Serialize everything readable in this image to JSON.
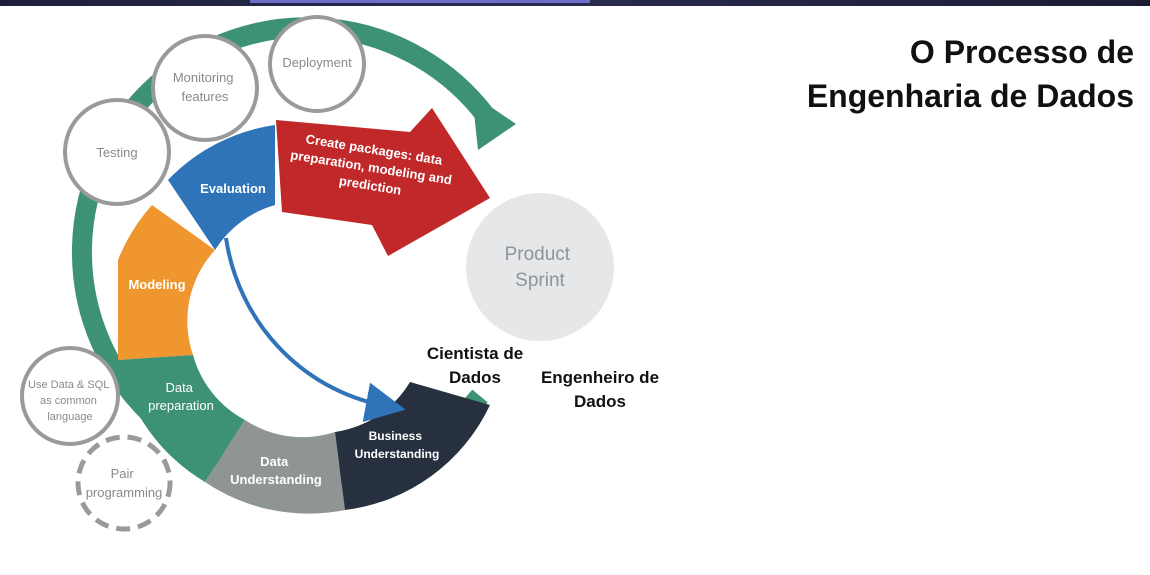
{
  "title": {
    "line1": "O Processo de",
    "line2": "Engenharia de Dados"
  },
  "colors": {
    "green_ring": "#3d9276",
    "evaluation": "#2f73b8",
    "modeling": "#f0962f",
    "data_preparation": "#3d9276",
    "data_understanding": "#8f9494",
    "business_understanding": "#26303f",
    "create_packages": "#c0282a",
    "product_sprint": "#e6e7e8",
    "circle_border": "#9a9a9a"
  },
  "segments": {
    "evaluation": "Evaluation",
    "modeling": "Modeling",
    "data_preparation": [
      "Data",
      "preparation"
    ],
    "data_understanding": [
      "Data",
      "Understanding"
    ],
    "business_understanding": [
      "Business",
      "Understanding"
    ]
  },
  "create_packages": [
    "Create packages: data",
    "preparation, modeling and",
    "prediction"
  ],
  "product_sprint": [
    "Product",
    "Sprint"
  ],
  "practices": {
    "deployment": [
      "Deployment"
    ],
    "monitoring": [
      "Monitoring",
      "features"
    ],
    "testing": [
      "Testing"
    ],
    "use_data_sql": [
      "Use Data & SQL",
      "as common",
      "language"
    ],
    "pair_programming": [
      "Pair",
      "programming"
    ]
  },
  "roles": {
    "cientista": [
      "Cientista de",
      "Dados"
    ],
    "engenheiro": [
      "Engenheiro de",
      "Dados"
    ]
  }
}
